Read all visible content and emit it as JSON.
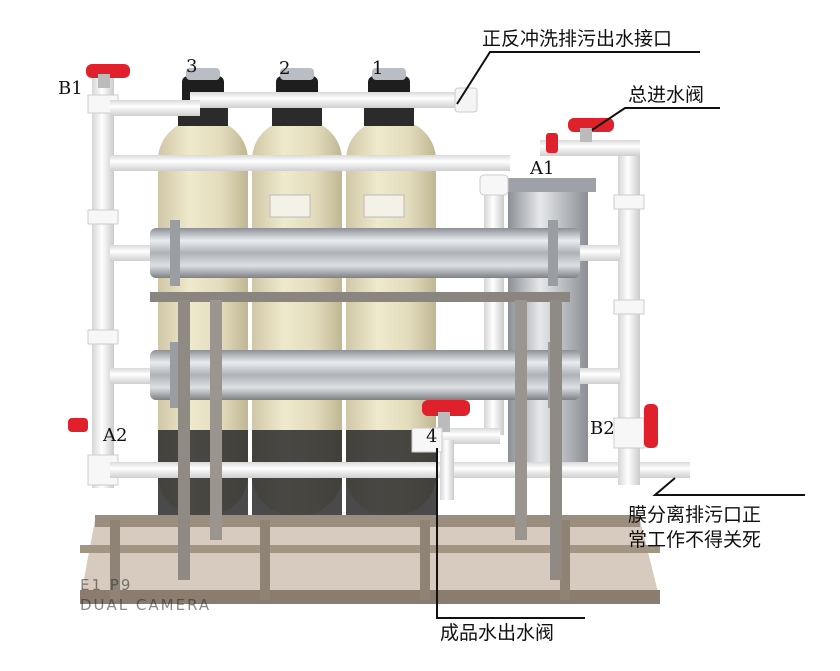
{
  "photo": {
    "subject": "water treatment unit",
    "colors": {
      "tank": "#e6e0c4",
      "pipe": "#f7f7f7",
      "valve_handle": "#e0202a",
      "valve_head": "#1e1e1e",
      "steel": "#b9bcc0",
      "frame": "#8a857e"
    }
  },
  "annotations": {
    "backwash_outlet": "正反冲洗排污出水接口",
    "main_inlet_valve": "总进水阀",
    "membrane_drain_note_line1": "膜分离排污口正",
    "membrane_drain_note_line2": "常工作不得关死",
    "product_water_valve": "成品水出水阀"
  },
  "tags": {
    "b1": "B1",
    "b2": "B2",
    "a1": "A1",
    "a2": "A2",
    "n1": "1",
    "n2": "2",
    "n3": "3",
    "n4": "4"
  },
  "watermark": {
    "line1": "E1 P9",
    "line2": "DUAL CAMERA"
  }
}
